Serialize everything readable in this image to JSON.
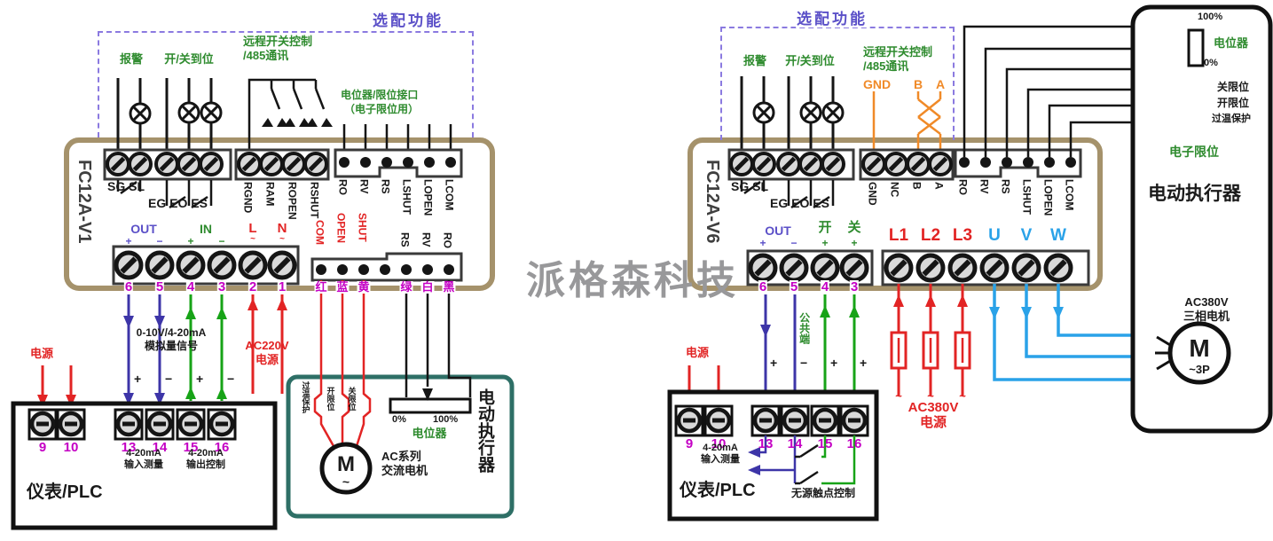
{
  "watermark": "派格森科技",
  "sym": {
    "plus": "+",
    "minus": "−",
    "tilde": "~"
  },
  "left": {
    "optional_label": "选配功能",
    "alarm": "报警",
    "open_close": "开/关到位",
    "remote1": "远程开关控制",
    "remote2": "/485通讯",
    "pot_if1": "电位器/限位接口",
    "pot_if2": "（电子限位用）",
    "model": "FC12A-V1",
    "sg_sl": "SG SL",
    "eg_eo_es": "EG EO ES",
    "rblock": [
      "RGND",
      "RAM",
      "ROPEN",
      "RSHUT"
    ],
    "lblock": [
      "RO",
      "RV",
      "RS",
      "LSHUT",
      "LOPEN",
      "LCOM"
    ],
    "out": "OUT",
    "in": "IN",
    "l": "L",
    "n": "N",
    "nums": [
      "6",
      "5",
      "4",
      "3",
      "2",
      "1"
    ],
    "com": "COM",
    "open": "OPEN",
    "shut": "SHUT",
    "rs": "RS",
    "rv": "RV",
    "ro": "RO",
    "wire_red": "红",
    "wire_blue": "蓝",
    "wire_yellow": "黄",
    "wire_green": "绿",
    "wire_white": "白",
    "wire_black": "黑",
    "power": "电源",
    "analog1": "0-10V/4-20mA",
    "analog2": "模拟量信号",
    "ac220_1": "AC220V",
    "ac220_2": "电源",
    "plc_nums": [
      "9",
      "10",
      "13",
      "14",
      "15",
      "16"
    ],
    "in_meas1": "4-20mA",
    "in_meas2": "输入测量",
    "out_ctrl1": "4-20mA",
    "out_ctrl2": "输出控制",
    "plc": "仪表/PLC",
    "overtemp": "过温保护",
    "open_limit": "开限位",
    "close_limit": "关限位",
    "motor_m": "M",
    "motor_tilde": "~",
    "ac_series1": "AC系列",
    "ac_series2": "交流电机",
    "p0": "0%",
    "p100": "100%",
    "pot": "电位器",
    "actuator": "电动执行器"
  },
  "right": {
    "optional_label": "选配功能",
    "alarm": "报警",
    "open_close": "开/关到位",
    "remote1": "远程开关控制",
    "remote2": "/485通讯",
    "gnd": "GND",
    "b": "B",
    "a": "A",
    "model": "FC12A-V6",
    "sg_sl": "SG SL",
    "eg_eo_es": "EG EO ES",
    "commblock": [
      "GND",
      "NC",
      "B",
      "A"
    ],
    "lblock": [
      "RO",
      "RV",
      "RS",
      "LSHUT",
      "LOPEN",
      "LCOM"
    ],
    "out": "OUT",
    "open_cn": "开",
    "close_cn": "关",
    "nums": [
      "6",
      "5",
      "4",
      "3"
    ],
    "l1": "L1",
    "l2": "L2",
    "l3": "L3",
    "u": "U",
    "v": "V",
    "w": "W",
    "power": "电源",
    "common": "公共端",
    "plc_nums": [
      "9",
      "10",
      "13",
      "14",
      "15",
      "16"
    ],
    "in_meas1": "4-20mA",
    "in_meas2": "输入测量",
    "passive": "无源触点控制",
    "plc": "仪表/PLC",
    "ac380_1": "AC380V",
    "ac380_2": "电源",
    "p100": "100%",
    "p0": "0%",
    "pot": "电位器",
    "close_limit": "关限位",
    "open_limit": "开限位",
    "overtemp": "过温保护",
    "e_limit": "电子限位",
    "actuator": "电动执行器",
    "motor_v": "AC380V",
    "motor_type": "三相电机",
    "motor_m": "M",
    "m3p": "~3P"
  }
}
